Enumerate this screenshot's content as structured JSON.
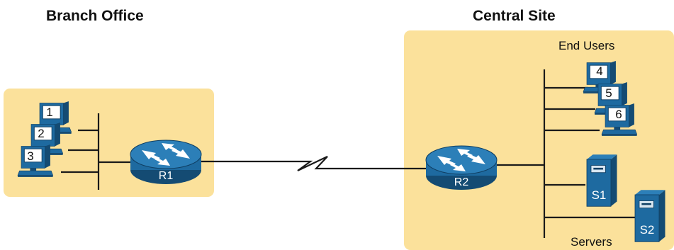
{
  "branch": {
    "title": "Branch Office",
    "pcs": [
      "1",
      "2",
      "3"
    ],
    "router": "R1"
  },
  "central": {
    "title": "Central Site",
    "end_users_label": "End Users",
    "servers_label": "Servers",
    "pcs": [
      "4",
      "5",
      "6"
    ],
    "router": "R2",
    "servers": [
      "S1",
      "S2"
    ]
  },
  "colors": {
    "site_fill": "#fbe19b",
    "device_blue": "#1e6aa0",
    "device_dark": "#144b73",
    "line": "#1a1a1a"
  }
}
